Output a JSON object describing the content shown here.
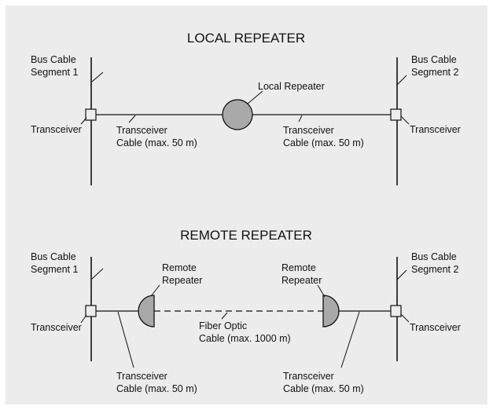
{
  "colors": {
    "panel": "#ececec",
    "line": "#111111",
    "device_fill": "#a9a9a9"
  },
  "local": {
    "title": "LOCAL REPEATER",
    "left_segment": [
      "Bus Cable",
      "Segment 1"
    ],
    "right_segment": [
      "Bus Cable",
      "Segment 2"
    ],
    "transceiver_left": "Transceiver",
    "transceiver_right": "Transceiver",
    "cable_left": [
      "Transceiver",
      "Cable (max. 50 m)"
    ],
    "cable_right": [
      "Transceiver",
      "Cable (max. 50 m)"
    ],
    "repeater": "Local Repeater"
  },
  "remote": {
    "title": "REMOTE REPEATER",
    "left_segment": [
      "Bus Cable",
      "Segment 1"
    ],
    "right_segment": [
      "Bus Cable",
      "Segment 2"
    ],
    "transceiver_left": "Transceiver",
    "transceiver_right": "Transceiver",
    "repeater_left": [
      "Remote",
      "Repeater"
    ],
    "repeater_right": [
      "Remote",
      "Repeater"
    ],
    "fiber": [
      "Fiber Optic",
      "Cable (max. 1000 m)"
    ],
    "cable_left": [
      "Transceiver",
      "Cable (max. 50 m)"
    ],
    "cable_right": [
      "Transceiver",
      "Cable (max. 50 m)"
    ]
  }
}
